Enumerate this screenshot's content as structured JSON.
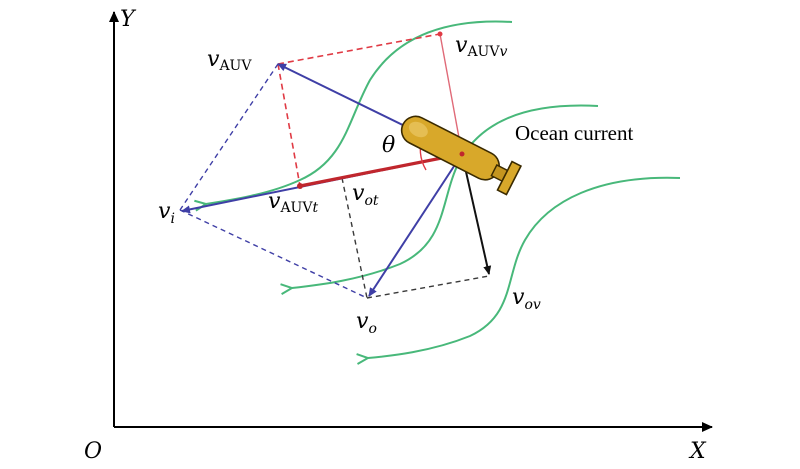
{
  "axes": {
    "origin": "O",
    "x_label": "X",
    "y_label": "Y"
  },
  "labels": {
    "v_auv": {
      "main": "v",
      "sub": "AUV"
    },
    "v_auv_v": {
      "main": "v",
      "sub": "AUV",
      "sub2": "v"
    },
    "v_auv_t": {
      "main": "v",
      "sub": "AUV",
      "sub2": "t"
    },
    "v_i": {
      "main": "v",
      "sub": "i"
    },
    "v_ot": {
      "main": "v",
      "sub": "ot"
    },
    "v_o": {
      "main": "v",
      "sub": "o"
    },
    "v_ov": {
      "main": "v",
      "sub": "ov"
    },
    "theta": "θ",
    "ocean_current": "Ocean current"
  },
  "colors": {
    "axis": "#000000",
    "blue_vector": "#3f3fa6",
    "red_vector": "#c0262d",
    "red_dashed": "#e03a44",
    "pink_line": "#e06a78",
    "current": "#48b87a",
    "black_vector": "#111111",
    "dashed_dark": "#3a3a3a",
    "auv_body": "#d8a82a",
    "auv_outline": "#3a2a00"
  }
}
